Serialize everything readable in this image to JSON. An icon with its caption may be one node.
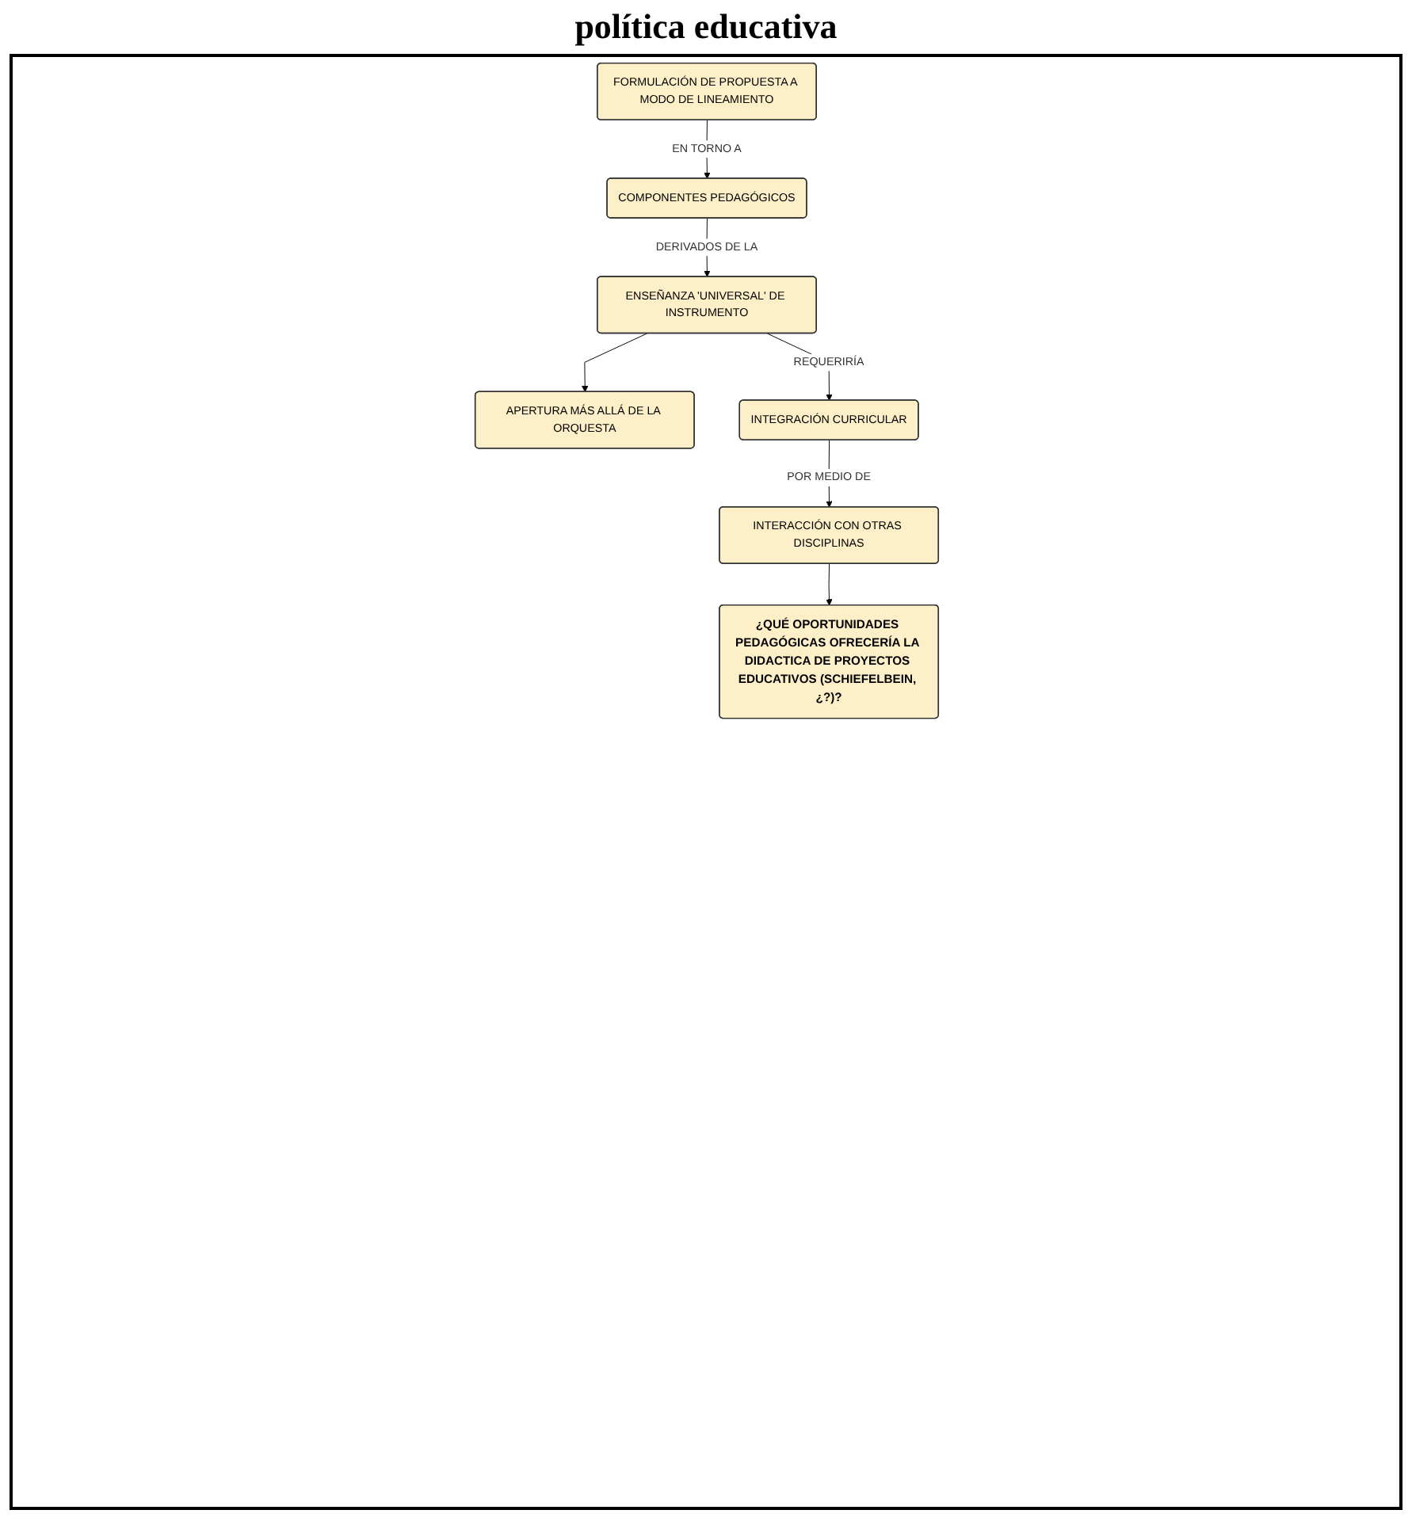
{
  "diagram": {
    "title": "política educativa",
    "nodes": [
      {
        "text": [
          "FORMULACIÓN DE PROPUESTA A MODO DE LINEAMIENTO"
        ]
      },
      {
        "text": [
          "COMPONENTES PEDAGÓGICOS"
        ]
      },
      {
        "text": [
          "ENSEÑANZA 'UNIVERSAL' DE INSTRUMENTO"
        ]
      },
      {
        "text": [
          "APERTURA MÁS ALLÁ DE LA ORQUESTA"
        ]
      },
      {
        "text": [
          "INTEGRACIÓN CURRICULAR"
        ]
      },
      {
        "text": [
          "INTERACCIÓN CON OTRAS DISCIPLINAS"
        ]
      },
      {
        "text": [
          "¿QUÉ OPORTUNIDADES PEDAGÓGICAS OFRECERÍA LA DIDACTICA DE PROYECTOS EDUCATIVOS (SCHIEFELBEIN, ¿?)?"
        ]
      }
    ],
    "edges": [
      {
        "from": 0,
        "to": 1,
        "arrow": "to",
        "label": "EN TORNO A"
      },
      {
        "from": 1,
        "to": 2,
        "arrow": "to",
        "label": "DERIVADOS DE LA"
      },
      {
        "from": 2,
        "to": 3,
        "arrow": "to"
      },
      {
        "from": 2,
        "to": 4,
        "arrow": "to",
        "label": "REQUERIRÍA"
      },
      {
        "from": 4,
        "to": 5,
        "arrow": "to",
        "label": "POR MEDIO DE"
      },
      {
        "from": 5,
        "to": 6,
        "arrow": "to"
      }
    ]
  }
}
